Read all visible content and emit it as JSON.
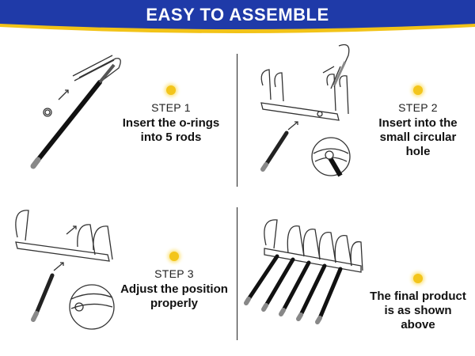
{
  "header": {
    "title": "EASY TO ASSEMBLE",
    "bg_color": "#1f3aa8",
    "accent_color": "#f2c318"
  },
  "steps": [
    {
      "label": "STEP 1",
      "text_lines": [
        "Insert the o-rings",
        "into 5 rods"
      ]
    },
    {
      "label": "STEP 2",
      "text_lines": [
        "Insert into the",
        "small circular",
        "hole"
      ]
    },
    {
      "label": "STEP 3",
      "text_lines": [
        "Adjust the position",
        "properly"
      ]
    },
    {
      "label": "",
      "text_lines": [
        "The final product",
        "is as shown",
        "above"
      ]
    }
  ],
  "icons": {
    "bullet": "sun-dot-icon"
  }
}
